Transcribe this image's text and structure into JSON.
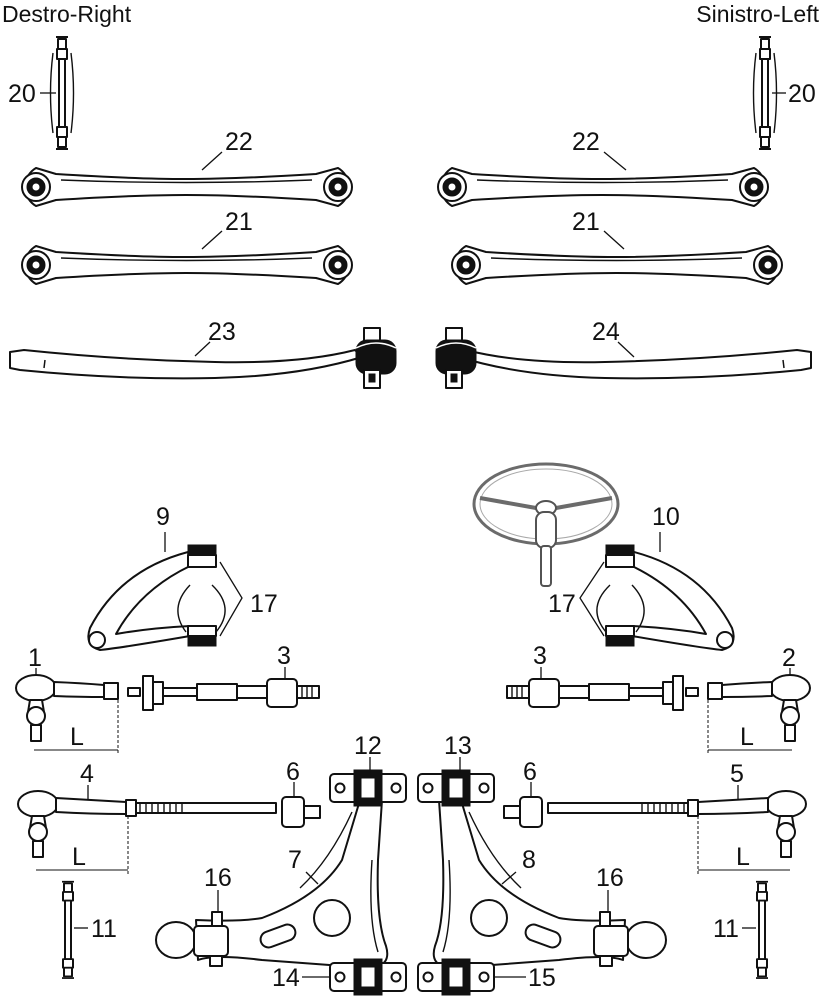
{
  "headers": {
    "right": "Destro-Right",
    "left": "Sinistro-Left"
  },
  "labels": {
    "p1": "1",
    "p2": "2",
    "p3a": "3",
    "p3b": "3",
    "p4": "4",
    "p5": "5",
    "p6a": "6",
    "p6b": "6",
    "p7": "7",
    "p8": "8",
    "p9": "9",
    "p10": "10",
    "p11a": "11",
    "p11b": "11",
    "p12": "12",
    "p13": "13",
    "p14": "14",
    "p15": "15",
    "p16a": "16",
    "p16b": "16",
    "p17a": "17",
    "p17b": "17",
    "p20a": "20",
    "p20b": "20",
    "p21a": "21",
    "p21b": "21",
    "p22a": "22",
    "p22b": "22",
    "p23": "23",
    "p24": "24",
    "lenL1": "L",
    "lenL2": "L",
    "lenL3": "L",
    "lenL4": "L"
  }
}
